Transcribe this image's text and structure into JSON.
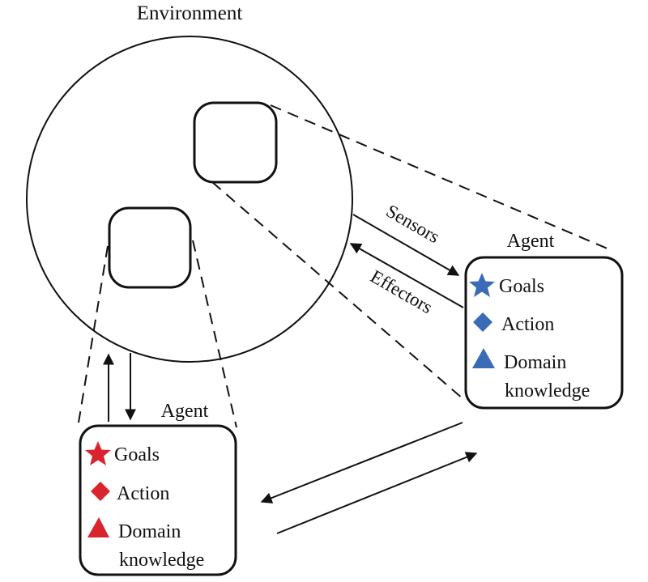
{
  "environment": {
    "title": "Environment"
  },
  "links": {
    "sensors_label": "Sensors",
    "effectors_label": "Effectors"
  },
  "agents": [
    {
      "title": "Agent",
      "color": "#3a6bb7",
      "items": [
        {
          "icon": "star",
          "label": "Goals"
        },
        {
          "icon": "diamond",
          "label": "Action"
        },
        {
          "icon": "triangle",
          "label": "Domain",
          "label_line2": "knowledge"
        }
      ]
    },
    {
      "title": "Agent",
      "color": "#d9232d",
      "items": [
        {
          "icon": "star",
          "label": "Goals"
        },
        {
          "icon": "diamond",
          "label": "Action"
        },
        {
          "icon": "triangle",
          "label": "Domain",
          "label_line2": "knowledge"
        }
      ]
    }
  ]
}
